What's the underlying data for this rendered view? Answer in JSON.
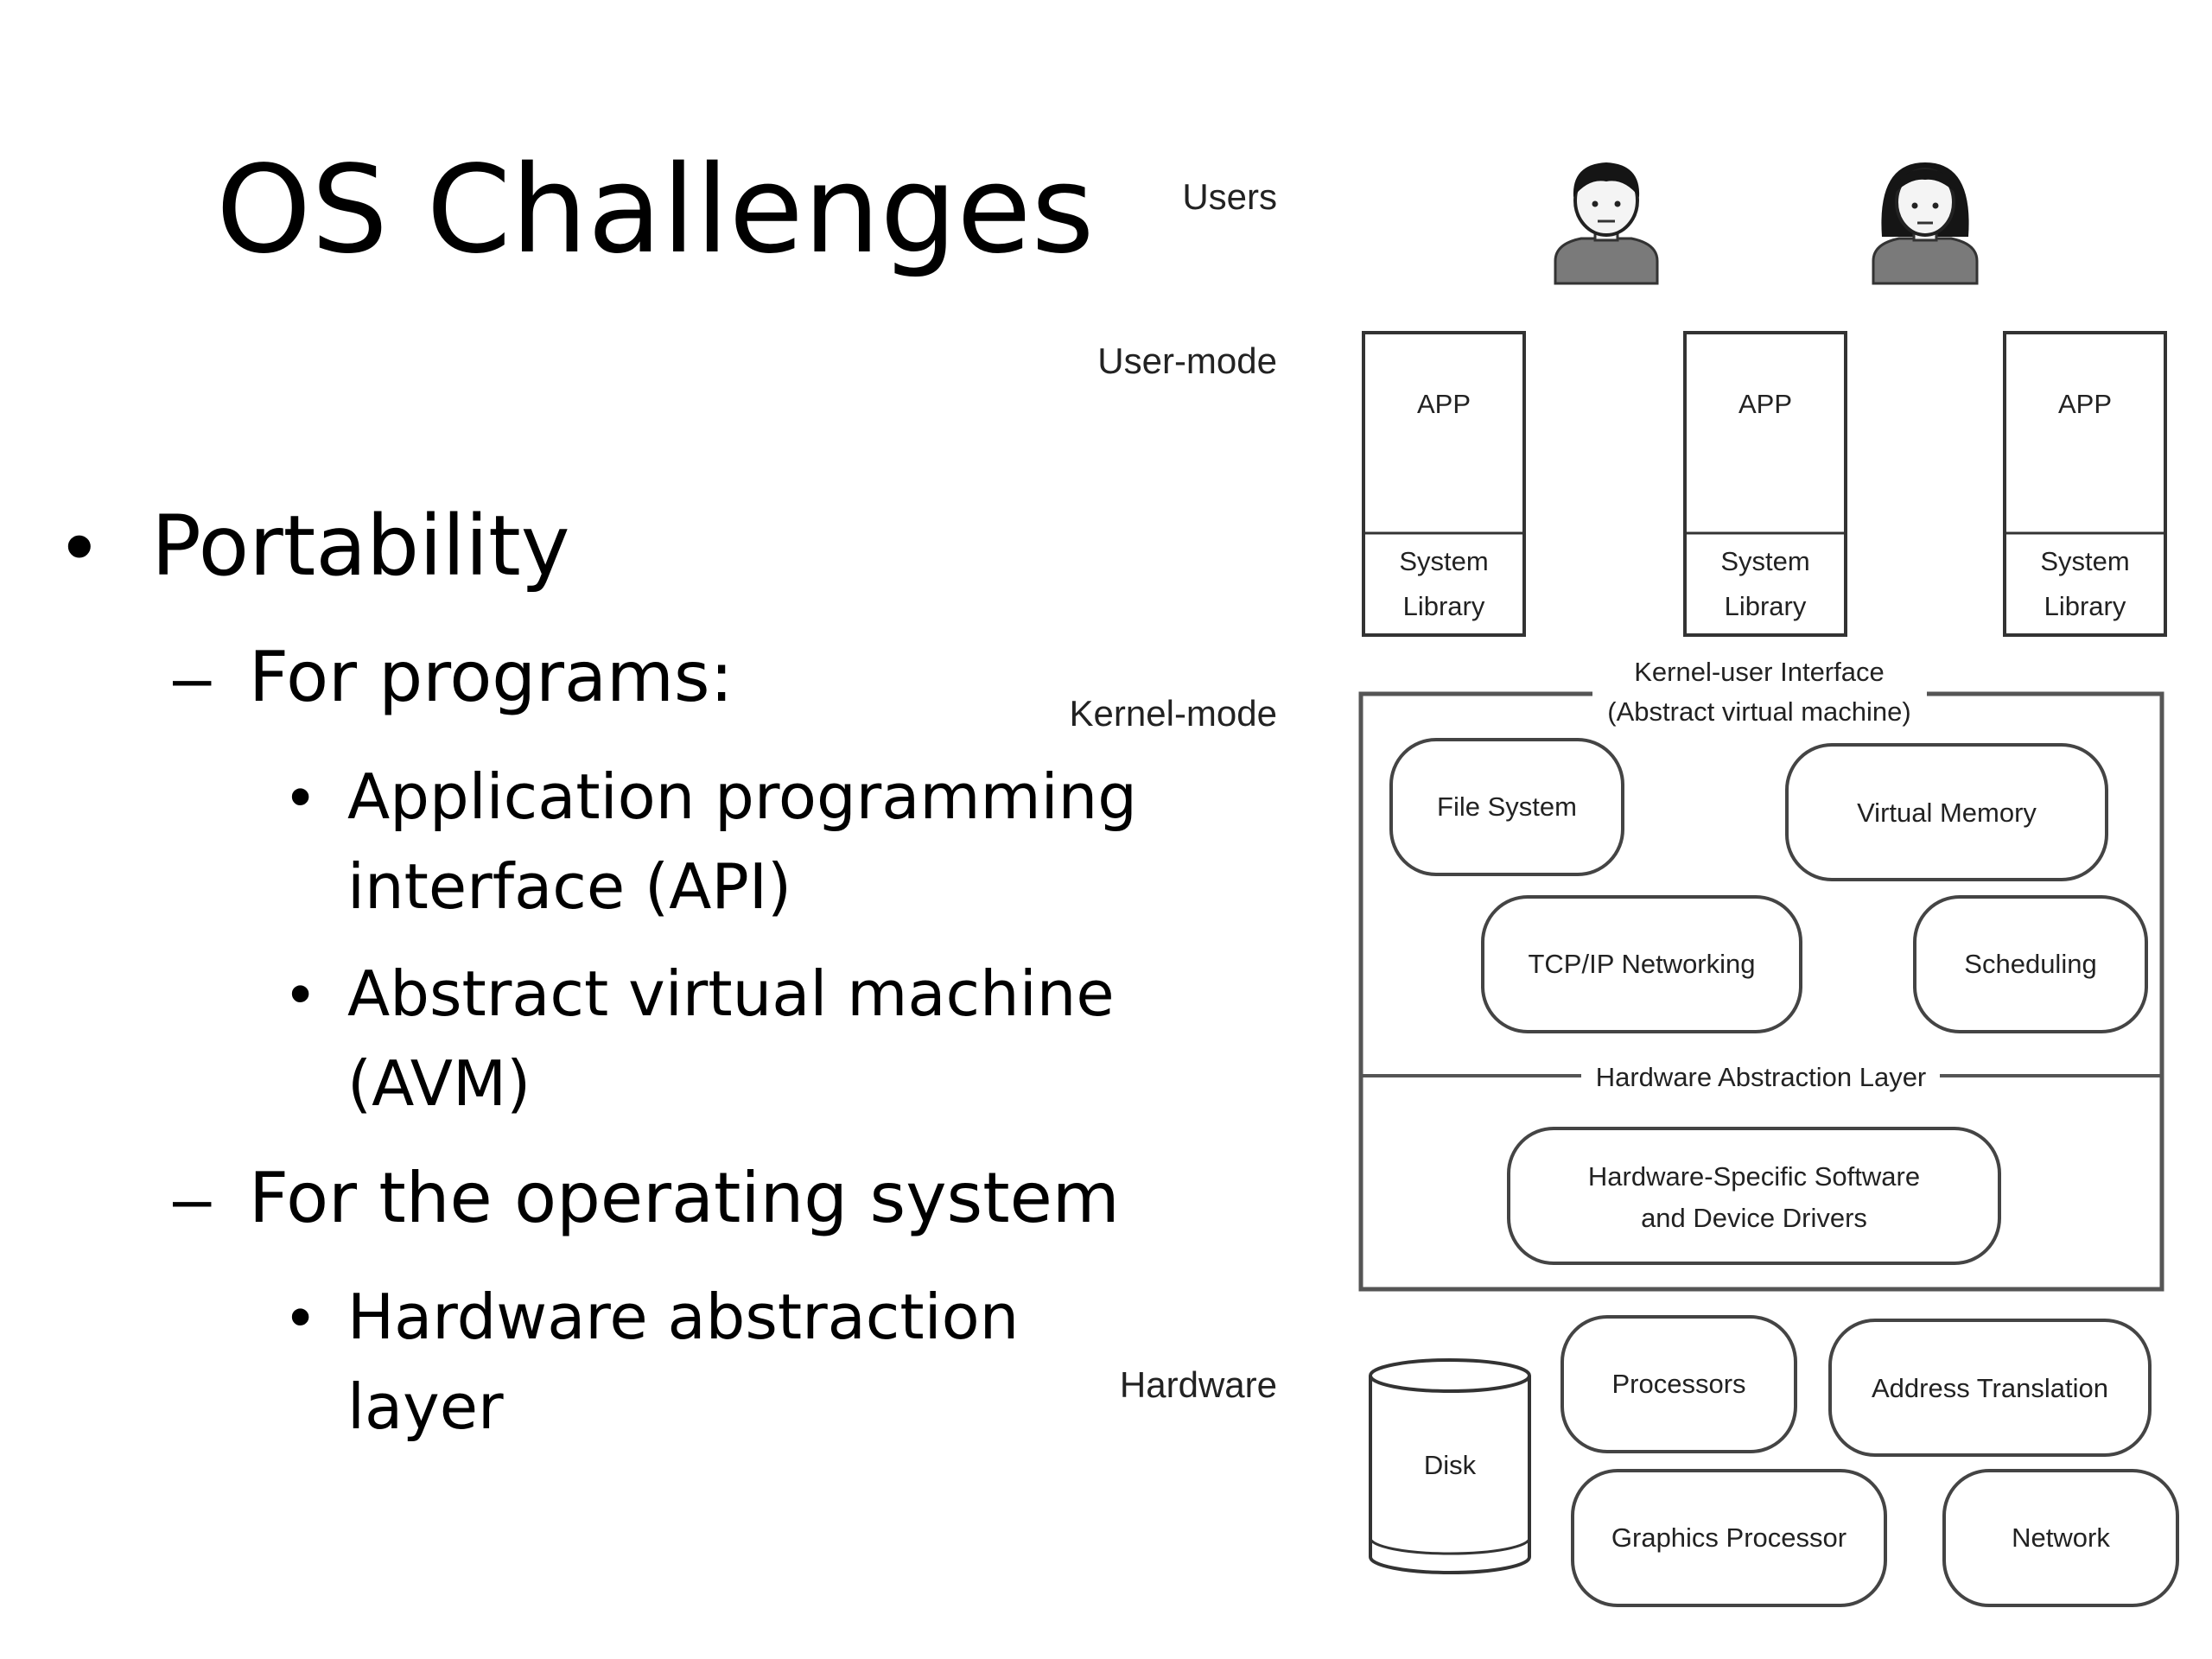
{
  "slide": {
    "title": "OS Challenges",
    "bullets": {
      "portability": "Portability",
      "for_programs": "For programs:",
      "api_line1": "Application programming",
      "api_line2": "interface (API)",
      "avm_line1": "Abstract virtual machine",
      "avm_line2": "(AVM)",
      "for_os": "For the operating system",
      "hal_line1": "Hardware abstraction",
      "hal_line2": "layer"
    },
    "markers": {
      "bullet": "•",
      "dash": "–"
    }
  },
  "diagram": {
    "levels": {
      "users": "Users",
      "user_mode": "User-mode",
      "kernel_mode": "Kernel-mode",
      "hardware": "Hardware"
    },
    "apps": [
      {
        "app": "APP",
        "lib_line1": "System",
        "lib_line2": "Library"
      },
      {
        "app": "APP",
        "lib_line1": "System",
        "lib_line2": "Library"
      },
      {
        "app": "APP",
        "lib_line1": "System",
        "lib_line2": "Library"
      }
    ],
    "kernel": {
      "interface_line1": "Kernel-user Interface",
      "interface_line2": "(Abstract virtual machine)",
      "file_system": "File System",
      "virtual_memory": "Virtual Memory",
      "tcpip": "TCP/IP Networking",
      "scheduling": "Scheduling",
      "hal": "Hardware Abstraction Layer",
      "hw_sw_line1": "Hardware-Specific Software",
      "hw_sw_line2": "and Device Drivers"
    },
    "hardware": {
      "disk": "Disk",
      "processors": "Processors",
      "address_translation": "Address Translation",
      "graphics": "Graphics Processor",
      "network": "Network"
    }
  }
}
